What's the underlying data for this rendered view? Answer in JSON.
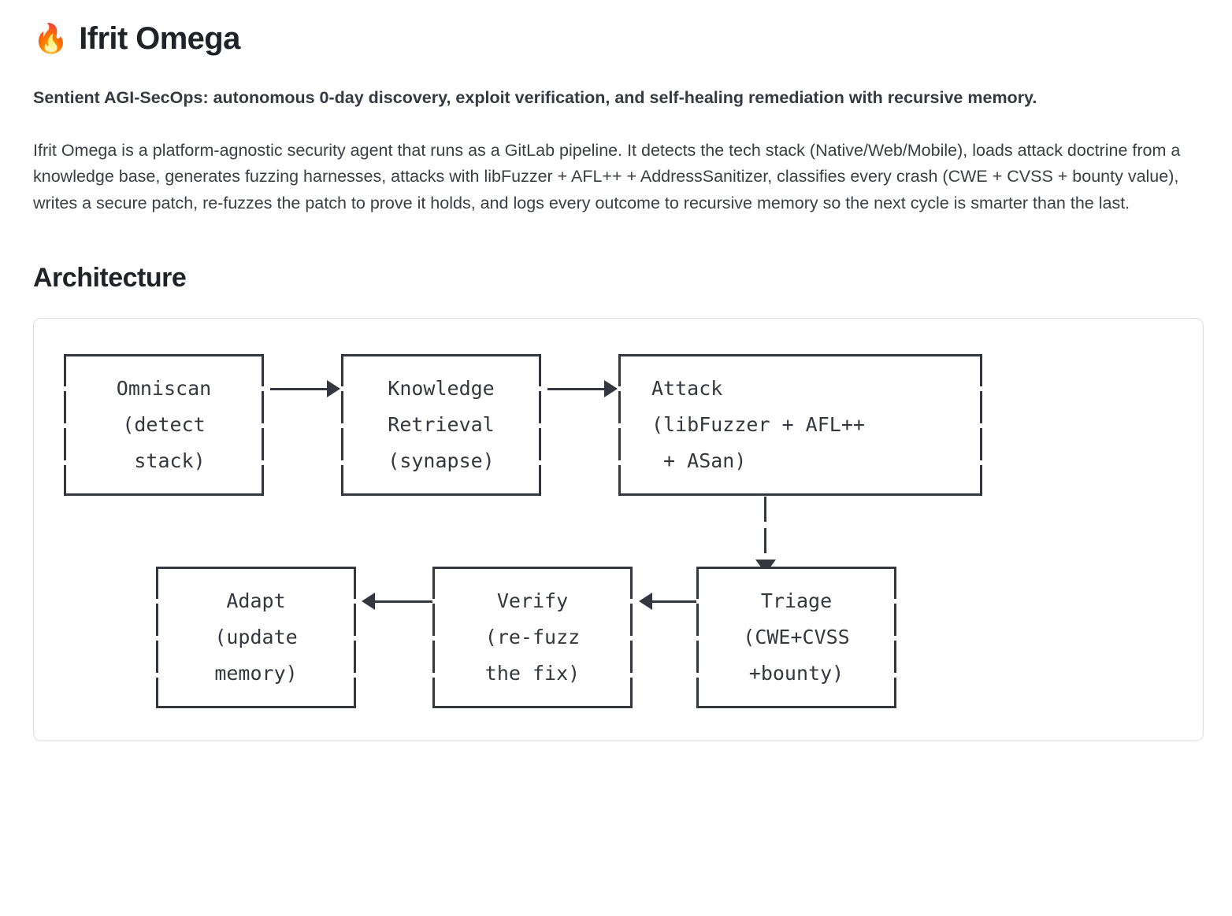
{
  "header": {
    "emoji": "🔥",
    "emoji_name": "fire-emoji",
    "title": "Ifrit Omega"
  },
  "tagline": "Sentient AGI-SecOps: autonomous 0-day discovery, exploit verification, and self-healing remediation with recursive memory.",
  "description": "Ifrit Omega is a platform-agnostic security agent that runs as a GitLab pipeline. It detects the tech stack (Native/Web/Mobile), loads attack doctrine from a knowledge base, generates fuzzing harnesses, attacks with libFuzzer + AFL++ + AddressSanitizer, classifies every crash (CWE + CVSS + bounty value), writes a secure patch, re-fuzzes the patch to prove it holds, and logs every outcome to recursive memory so the next cycle is smarter than the last.",
  "architecture": {
    "heading": "Architecture",
    "nodes": {
      "omniscan": "Omniscan\n(detect\n stack)",
      "knowledge": "Knowledge\nRetrieval\n(synapse)",
      "attack": "Attack\n(libFuzzer + AFL++\n + ASan)",
      "triage": "Triage\n(CWE+CVSS\n+bounty)",
      "verify": "Verify\n(re-fuzz\nthe fix)",
      "adapt": "Adapt\n(update\nmemory)"
    },
    "colors": {
      "stroke": "#34373e",
      "card_border": "#dcdee1",
      "background": "#ffffff"
    }
  }
}
